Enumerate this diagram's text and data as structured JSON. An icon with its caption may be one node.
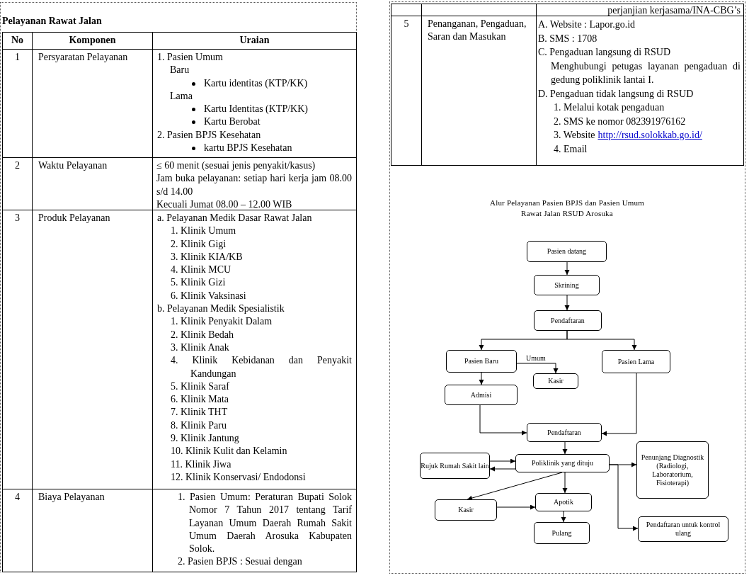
{
  "diagram": {
    "title": "Pelayanan Rawat Jalan",
    "nodes": [
      {
        "text": [
          "Pasien datang"
        ]
      },
      {
        "text": [
          "Skrining"
        ]
      },
      {
        "text": [
          "Pendaftaran"
        ]
      },
      {
        "text": [
          "Pasien Baru"
        ]
      },
      {
        "text": [
          "Kasir"
        ]
      },
      {
        "text": [
          "Pasien Lama"
        ]
      },
      {
        "text": [
          "Admisi"
        ]
      },
      {
        "text": [
          "Pendaftaran"
        ]
      },
      {
        "text": [
          "Rujuk Rumah Sakit lain"
        ]
      },
      {
        "text": [
          "Poliklinik yang dituju"
        ]
      },
      {
        "text": [
          "Penunjang Diagnostik (Radiologi, Laboratorium, Fisioterapi)"
        ]
      },
      {
        "text": [
          "Kasir"
        ]
      },
      {
        "text": [
          "Apotik"
        ]
      },
      {
        "text": [
          "Pulang"
        ]
      },
      {
        "text": [
          "Pendaftaran untuk kontrol ulang"
        ]
      }
    ],
    "edges": [
      {
        "from": 0,
        "to": 1,
        "arrow": "to"
      },
      {
        "from": 1,
        "to": 2,
        "arrow": "to"
      },
      {
        "from": 2,
        "to": 3,
        "arrow": "to"
      },
      {
        "from": 2,
        "to": 5,
        "arrow": "to"
      },
      {
        "from": 3,
        "to": 4,
        "arrow": "to",
        "label": "Umum"
      },
      {
        "from": 3,
        "to": 6,
        "arrow": "to"
      },
      {
        "from": 6,
        "to": 7,
        "arrow": "to"
      },
      {
        "from": 5,
        "to": 7,
        "arrow": "to"
      },
      {
        "from": 7,
        "to": 9,
        "arrow": "to"
      },
      {
        "from": 9,
        "to": 8,
        "arrow": "to"
      },
      {
        "from": 8,
        "to": 9,
        "arrow": "to"
      },
      {
        "from": 9,
        "to": 10,
        "arrow": "to"
      },
      {
        "from": 9,
        "to": 14,
        "arrow": "to"
      },
      {
        "from": 9,
        "to": 11,
        "arrow": "to"
      },
      {
        "from": 9,
        "to": 12,
        "arrow": "to"
      },
      {
        "from": 11,
        "to": 12,
        "arrow": "to"
      },
      {
        "from": 12,
        "to": 13,
        "arrow": "to"
      }
    ],
    "labels": [
      "No",
      "Komponen",
      "Uraian",
      "1",
      "Persyaratan Pelayanan",
      "1. Pasien Umum",
      "Baru",
      "Kartu identitas (KTP/KK)",
      "Lama",
      "Kartu Identitas (KTP/KK)",
      "Kartu Berobat",
      "2. Pasien BPJS Kesehatan",
      "kartu BPJS Kesehatan",
      "2",
      "Waktu Pelayanan",
      "≤ 60 menit (sesuai jenis penyakit/kasus)",
      "Jam buka pelayanan: setiap hari kerja jam 08.00 s/d 14.00",
      "Kecuali Jumat 08.00 – 12.00 WIB",
      "3",
      "Produk Pelayanan",
      "a. Pelayanan Medik Dasar Rawat Jalan",
      "1. Klinik Umum",
      "2. Klinik Gigi",
      "3. Klinik KIA/KB",
      "4. Klinik MCU",
      "5. Klinik Gizi",
      "6. Klinik Vaksinasi",
      "b. Pelayanan Medik Spesialistik",
      "1. Klinik Penyakit Dalam",
      "2. Klinik Bedah",
      "3. Klinik Anak",
      "4. Klinik Kebidanan dan Penyakit Kandungan",
      "5. Klinik Saraf",
      "6. Klinik Mata",
      "7. Klinik THT",
      "8. Klinik Paru",
      "9. Klinik Jantung",
      "10. Klinik Kulit dan Kelamin",
      "11. Klinik Jiwa",
      "12. Klinik Konservasi/ Endodonsi",
      "4",
      "Biaya Pelayanan",
      "1. Pasien Umum: Peraturan Bupati Solok Nomor 7 Tahun 2017 tentang Tarif Layanan Umum Daerah Rumah Sakit Umum Daerah Arosuka Kabupaten Solok.",
      "2. Pasien BPJS : Sesuai dengan",
      "perjanjian kerjasama/INA-CBG’s",
      "5",
      "Penanganan, Pengaduan, Saran dan Masukan",
      "A. Website : Lapor.go.id",
      "B. SMS : 1708",
      "C. Pengaduan langsung di RSUD",
      "Menghubungi petugas layanan pengaduan di gedung poliklinik lantai I.",
      "D. Pengaduan tidak langsung di RSUD",
      "1. Melalui kotak pengaduan",
      "2. SMS ke nomor 082391976162",
      "3. Website",
      "http://rsud.solokkab.go.id/",
      "4. Email",
      "Alur Pelayanan Pasien BPJS dan Pasien Umum Rawat Jalan RSUD Arosuka"
    ]
  }
}
